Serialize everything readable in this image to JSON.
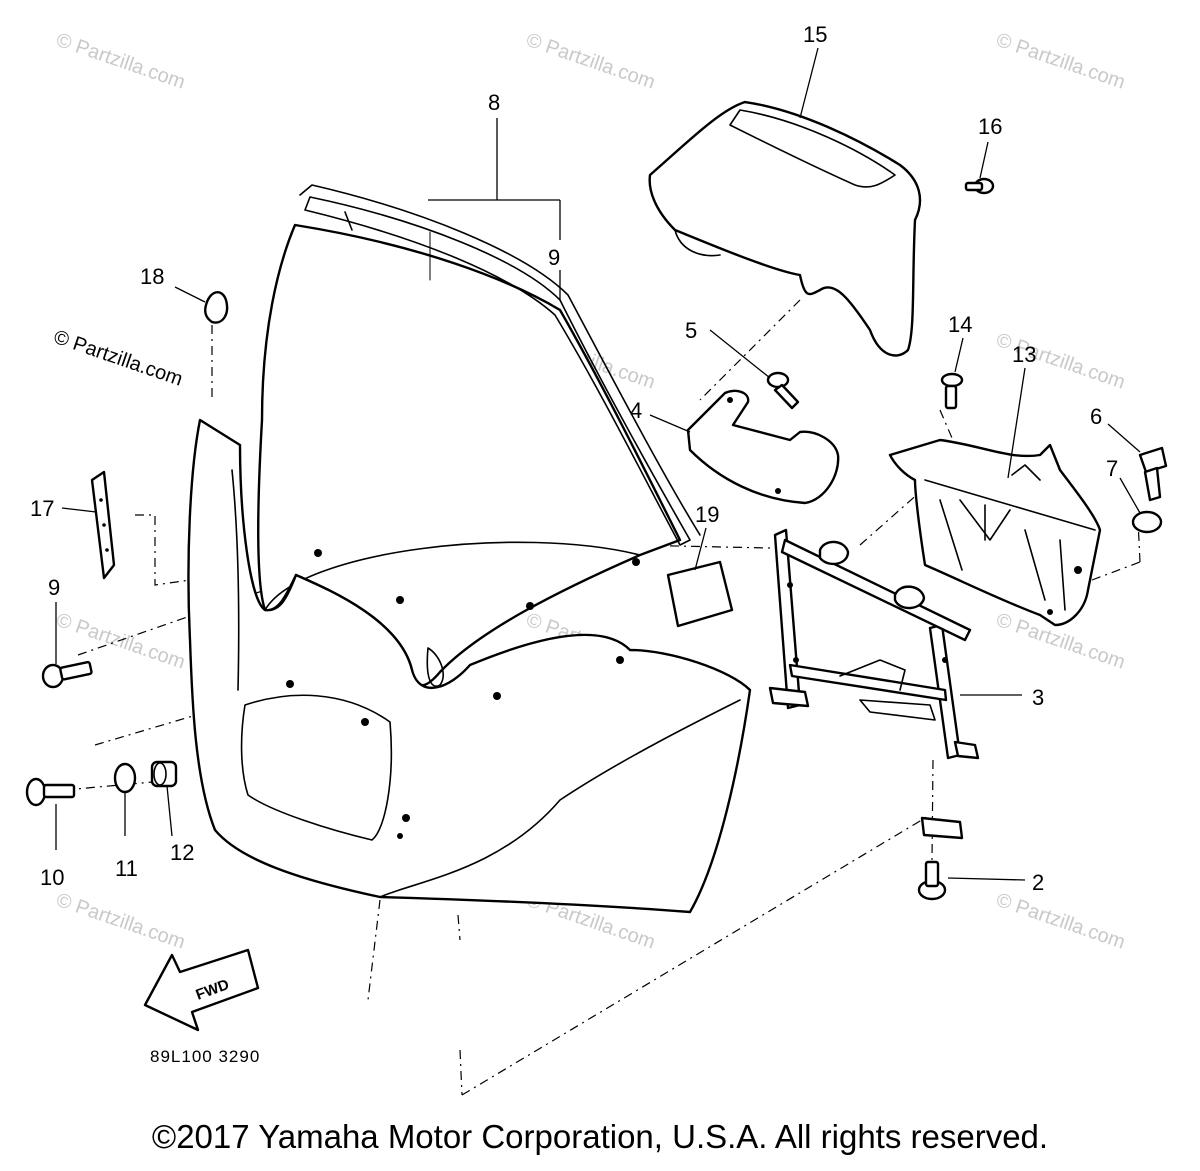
{
  "diagram": {
    "callouts": {
      "c2": "2",
      "c3": "3",
      "c4": "4",
      "c5": "5",
      "c6": "6",
      "c7": "7",
      "c8": "8",
      "c9a": "9",
      "c9b": "9",
      "c10": "10",
      "c11": "11",
      "c12": "12",
      "c13": "13",
      "c14": "14",
      "c15": "15",
      "c16": "16",
      "c17": "17",
      "c18": "18",
      "c19": "19"
    },
    "drawing_code": "89L100 3290",
    "fwd_label": "FWD",
    "watermark": "© Partzilla.com",
    "copyright": "©2017 Yamaha Motor Corporation, U.S.A. All rights reserved."
  }
}
